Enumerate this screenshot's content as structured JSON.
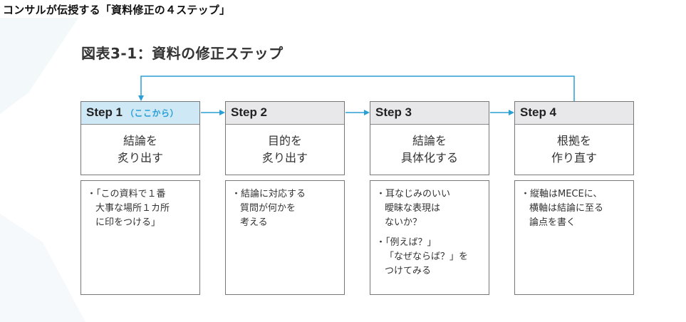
{
  "article_heading": "コンサルが伝授する「資料修正の４ステップ」",
  "figure_title": "図表3-1：資料の修正ステップ",
  "colors": {
    "accent": "#2a9fd6",
    "header_gray": "#e8e8ea",
    "header_active": "#cfe8f6",
    "border": "#777777"
  },
  "steps": [
    {
      "label": "Step 1",
      "note": "（ここから）",
      "active": true,
      "title_lines": [
        "結論を",
        "炙り出す"
      ],
      "details": [
        [
          "・「この資料で１番",
          "大事な場所１カ所",
          "に印をつける」"
        ]
      ]
    },
    {
      "label": "Step 2",
      "note": "",
      "active": false,
      "title_lines": [
        "目的を",
        "炙り出す"
      ],
      "details": [
        [
          "・結論に対応する",
          "質問が何かを",
          "考える"
        ]
      ]
    },
    {
      "label": "Step 3",
      "note": "",
      "active": false,
      "title_lines": [
        "結論を",
        "具体化する"
      ],
      "details": [
        [
          "・耳なじみのいい",
          "曖昧な表現は",
          "ないか？"
        ],
        [
          "・「例えば？」",
          "「なぜならば？」を",
          "つけてみる"
        ]
      ]
    },
    {
      "label": "Step 4",
      "note": "",
      "active": false,
      "title_lines": [
        "根拠を",
        "作り直す"
      ],
      "details": [
        [
          "・縦軸はMECEに、",
          "横軸は結論に至る",
          "論点を書く"
        ]
      ]
    }
  ]
}
